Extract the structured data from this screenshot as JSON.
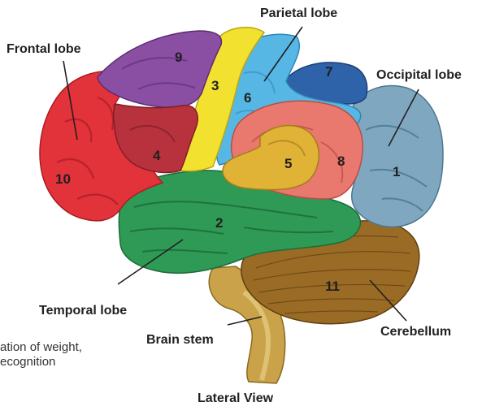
{
  "diagram": {
    "caption": "Lateral View",
    "labels": {
      "frontal": "Frontal lobe",
      "parietal": "Parietal lobe",
      "occipital": "Occipital lobe",
      "temporal": "Temporal lobe",
      "brain_stem": "Brain stem",
      "cerebellum": "Cerebellum"
    },
    "region_numbers": {
      "r1": "1",
      "r2": "2",
      "r3": "3",
      "r4": "4",
      "r5": "5",
      "r6": "6",
      "r7": "7",
      "r8": "8",
      "r9": "9",
      "r10": "10",
      "r11": "11"
    },
    "cut_off_text": [
      "ation of weight,",
      "ecognition"
    ],
    "colors": {
      "frontal_red": "#e2323a",
      "premotor_purple": "#8a4fa3",
      "darkred": "#b8323e",
      "motor_yellow": "#f2e12e",
      "parietal_blue": "#57b7e4",
      "darkblue": "#2e62a9",
      "occipital_steel": "#7fa8c0",
      "salmon": "#e9786e",
      "gold": "#e0b235",
      "temporal_green": "#2e9a55",
      "cerebellum_brown": "#9a6b24",
      "brainstem_gold": "#c9a24a"
    }
  }
}
